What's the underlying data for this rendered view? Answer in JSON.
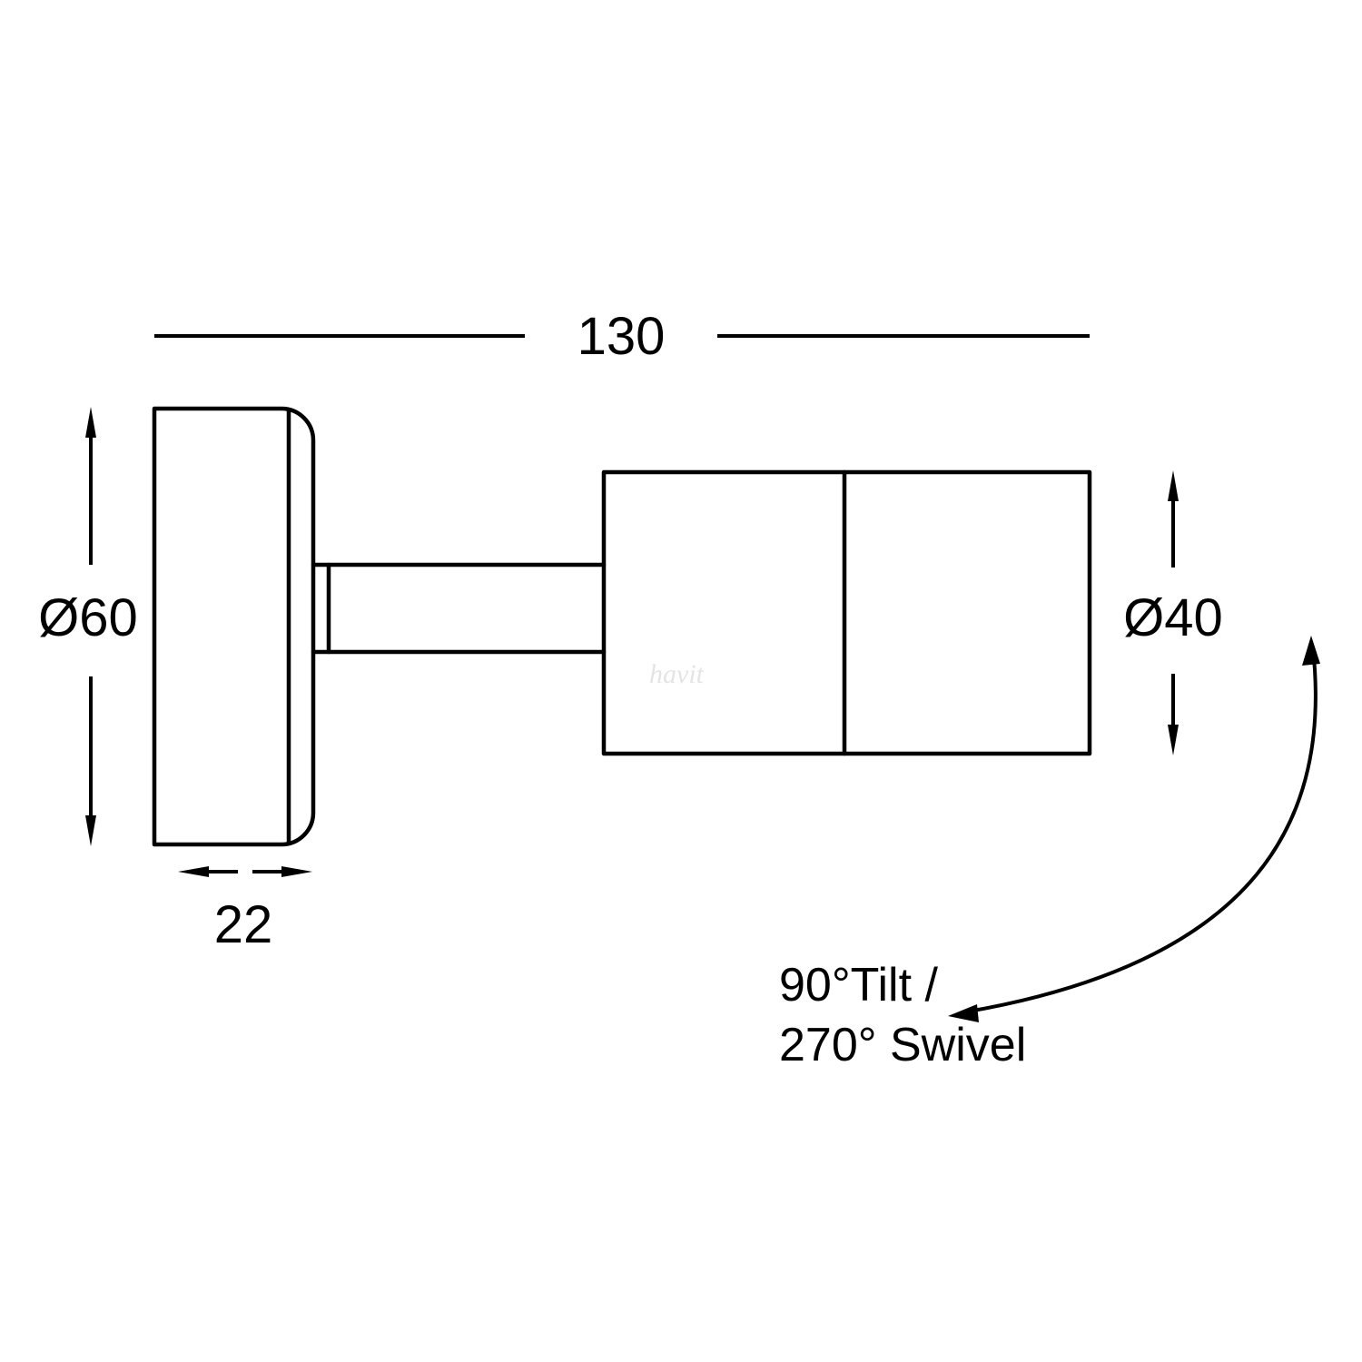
{
  "diagram": {
    "type": "technical-dimension-drawing",
    "subject": "adjustable wall spotlight side view",
    "colors": {
      "line": "#000000",
      "background": "#ffffff",
      "watermark": "#e4e4e4"
    },
    "dimensions": {
      "overall_length": {
        "label": "130"
      },
      "base_diameter": {
        "label": "Ø60"
      },
      "body_diameter": {
        "label": "Ø40"
      },
      "base_depth": {
        "label": "22"
      },
      "rotation_note": {
        "line1": "90°Tilt /",
        "line2": "270° Swivel"
      }
    },
    "watermark": "havit"
  }
}
